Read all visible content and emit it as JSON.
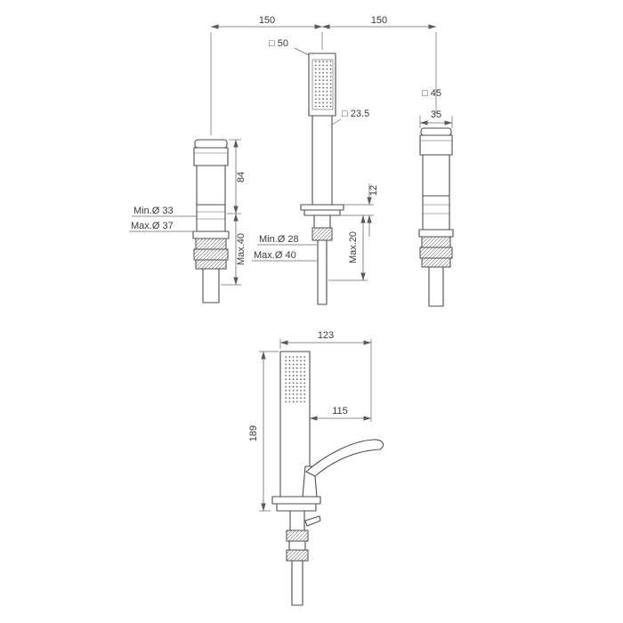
{
  "page": {
    "background": "#ffffff",
    "line_color": "#4d4d4d",
    "drawing_type": "3-hole bath mixer installation dimension drawing"
  },
  "labels": {
    "dim150_left": "150",
    "dim150_right": "150",
    "sq50": "□ 50",
    "sq235": "□ 23.5",
    "sq45": "□ 45",
    "dim35": "35",
    "dim84": "84",
    "dim12": "12",
    "min_dia_33": "Min.Ø 33",
    "max_dia_37": "Max.Ø 37",
    "max_depth_40": "Max.40",
    "min_dia_28": "Min.Ø 28",
    "max_dia_40": "Max.Ø 40",
    "max_depth_20": "Max.20",
    "dim123": "123",
    "dim115": "115",
    "dim189": "189"
  }
}
